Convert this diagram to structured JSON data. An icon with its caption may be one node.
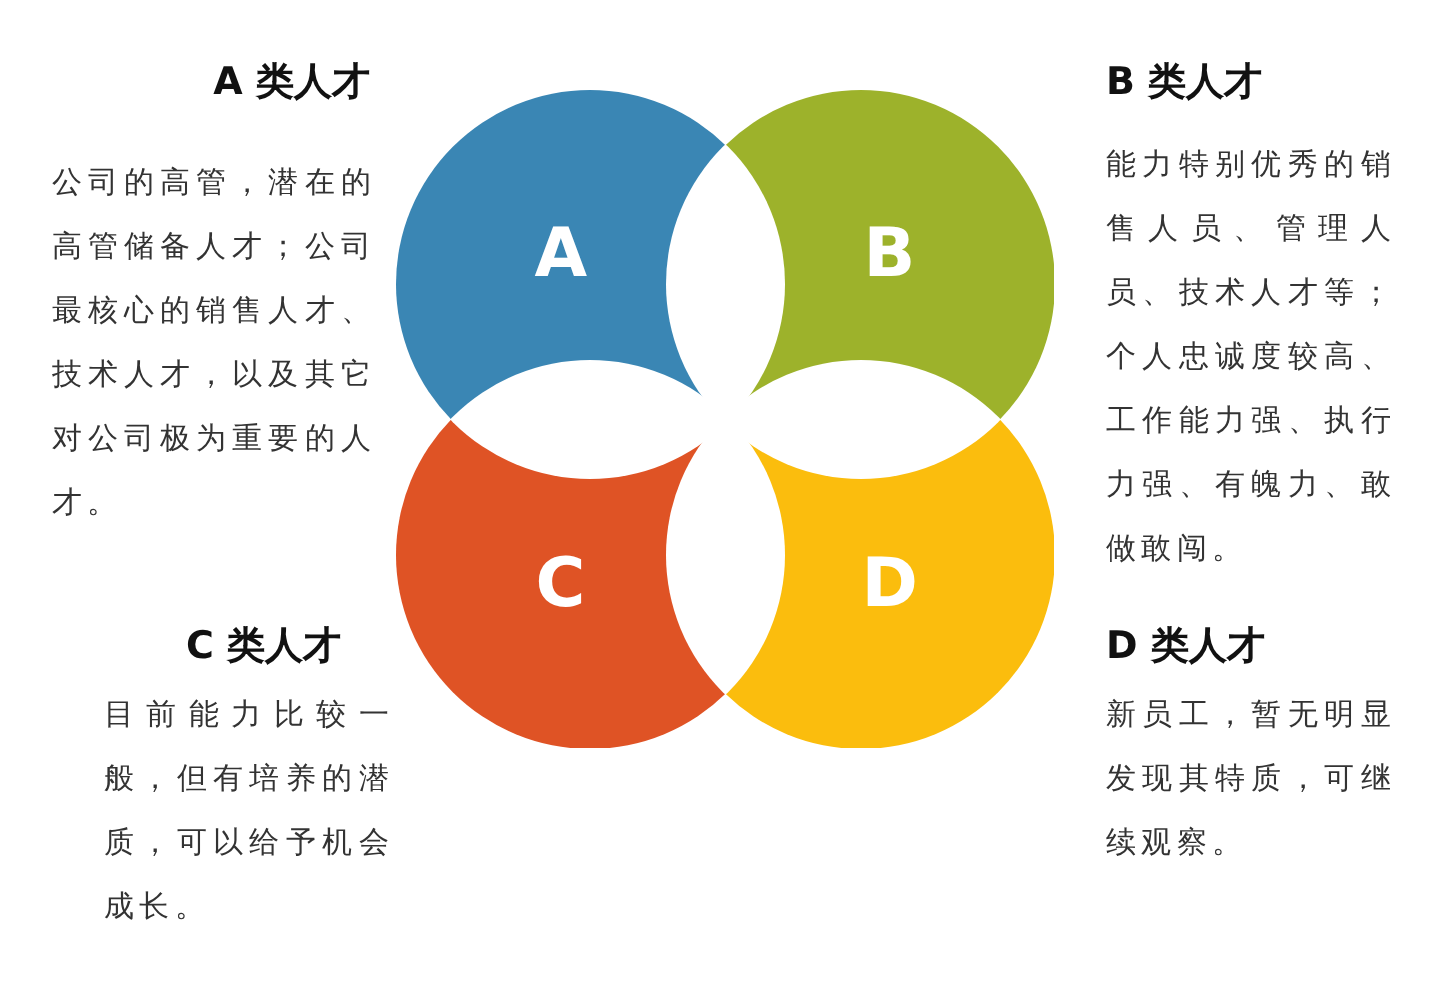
{
  "diagram": {
    "nodes": [
      {
        "text": [
          "A"
        ],
        "beside": [
          "A 类人才",
          "公司的高管，潜在的高管储备人才；公司最核心的销售人才、技术人才，以及其它对公司极为重要的人才。"
        ]
      },
      {
        "text": [
          "B"
        ],
        "beside": [
          "B 类人才",
          "能力特别优秀的销售人员、管理人员、技术人才等；个人忠诚度较高、工作能力强、执行力强、有魄力、敢做敢闯。"
        ]
      },
      {
        "text": [
          "C"
        ],
        "beside": [
          "C 类人才",
          "目前能力比较一般，但有培养的潜质，可以给予机会成长。"
        ]
      },
      {
        "text": [
          "D"
        ],
        "beside": [
          "D 类人才",
          "新员工，暂无明显发现其特质，可继续观察。"
        ]
      }
    ]
  }
}
